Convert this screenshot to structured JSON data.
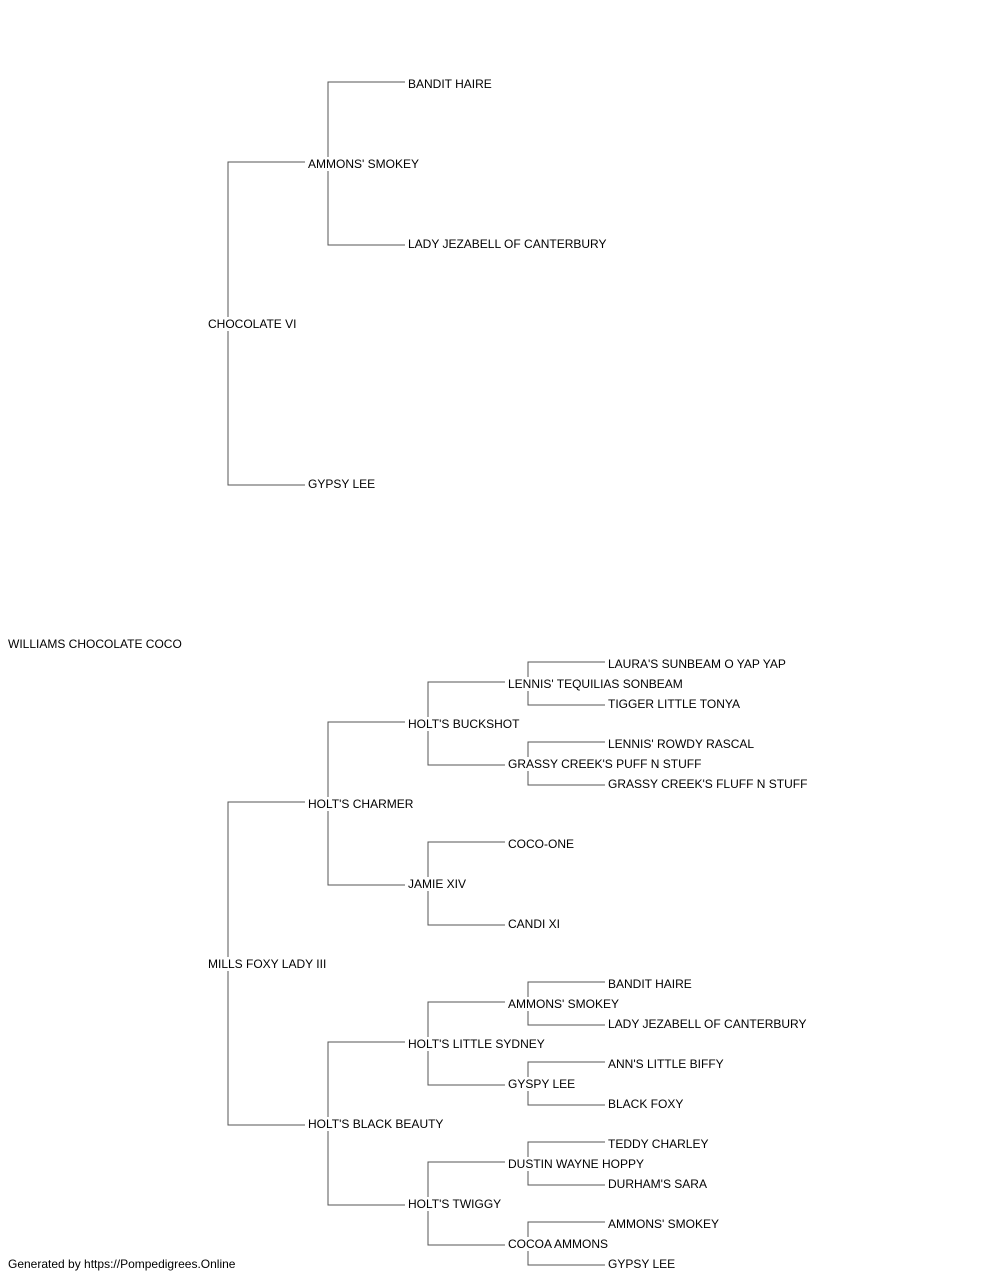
{
  "subject": "WILLIAMS CHOCOLATE COCO",
  "sire": {
    "name": "CHOCOLATE VI",
    "sire": {
      "name": "AMMONS' SMOKEY",
      "sire": "BANDIT HAIRE",
      "dam": "LADY JEZABELL OF CANTERBURY"
    },
    "dam": {
      "name": "GYPSY LEE"
    }
  },
  "dam": {
    "name": "MILLS FOXY LADY III",
    "sire": {
      "name": "HOLT'S CHARMER",
      "sire": {
        "name": "HOLT'S BUCKSHOT",
        "sire": {
          "name": "LENNIS' TEQUILIAS SONBEAM",
          "sire": "LAURA'S SUNBEAM O YAP YAP",
          "dam": "TIGGER LITTLE TONYA"
        },
        "dam": {
          "name": "GRASSY CREEK'S PUFF N STUFF",
          "sire": "LENNIS' ROWDY RASCAL",
          "dam": "GRASSY CREEK'S FLUFF N STUFF"
        }
      },
      "dam": {
        "name": "JAMIE XIV",
        "sire": "COCO-ONE",
        "dam": "CANDI XI"
      }
    },
    "dam": {
      "name": "HOLT'S BLACK BEAUTY",
      "sire": {
        "name": "HOLT'S LITTLE SYDNEY",
        "sire": {
          "name": "AMMONS' SMOKEY",
          "sire": "BANDIT HAIRE",
          "dam": "LADY JEZABELL OF CANTERBURY"
        },
        "dam": {
          "name": "GYSPY LEE",
          "sire": "ANN'S LITTLE BIFFY",
          "dam": "BLACK FOXY"
        }
      },
      "dam": {
        "name": "HOLT'S TWIGGY",
        "sire": {
          "name": "DUSTIN WAYNE HOPPY",
          "sire": "TEDDY CHARLEY",
          "dam": "DURHAM'S SARA"
        },
        "dam": {
          "name": "COCOA AMMONS",
          "sire": "AMMONS' SMOKEY",
          "dam": "GYPSY LEE"
        }
      }
    }
  },
  "footer": "Generated by https://Pompedigrees.Online",
  "line_color": "#555555"
}
